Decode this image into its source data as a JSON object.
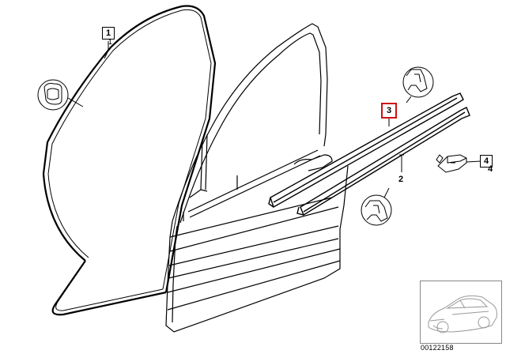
{
  "callouts": {
    "c1_box": "1",
    "c1_label": "1",
    "c2_label": "2",
    "c3_box": "3",
    "c4_box": "4",
    "c4_label": "4"
  },
  "reference_number": "00122158",
  "colors": {
    "line": "#000000",
    "highlight": "#d01010",
    "thumb_border": "#888888"
  }
}
